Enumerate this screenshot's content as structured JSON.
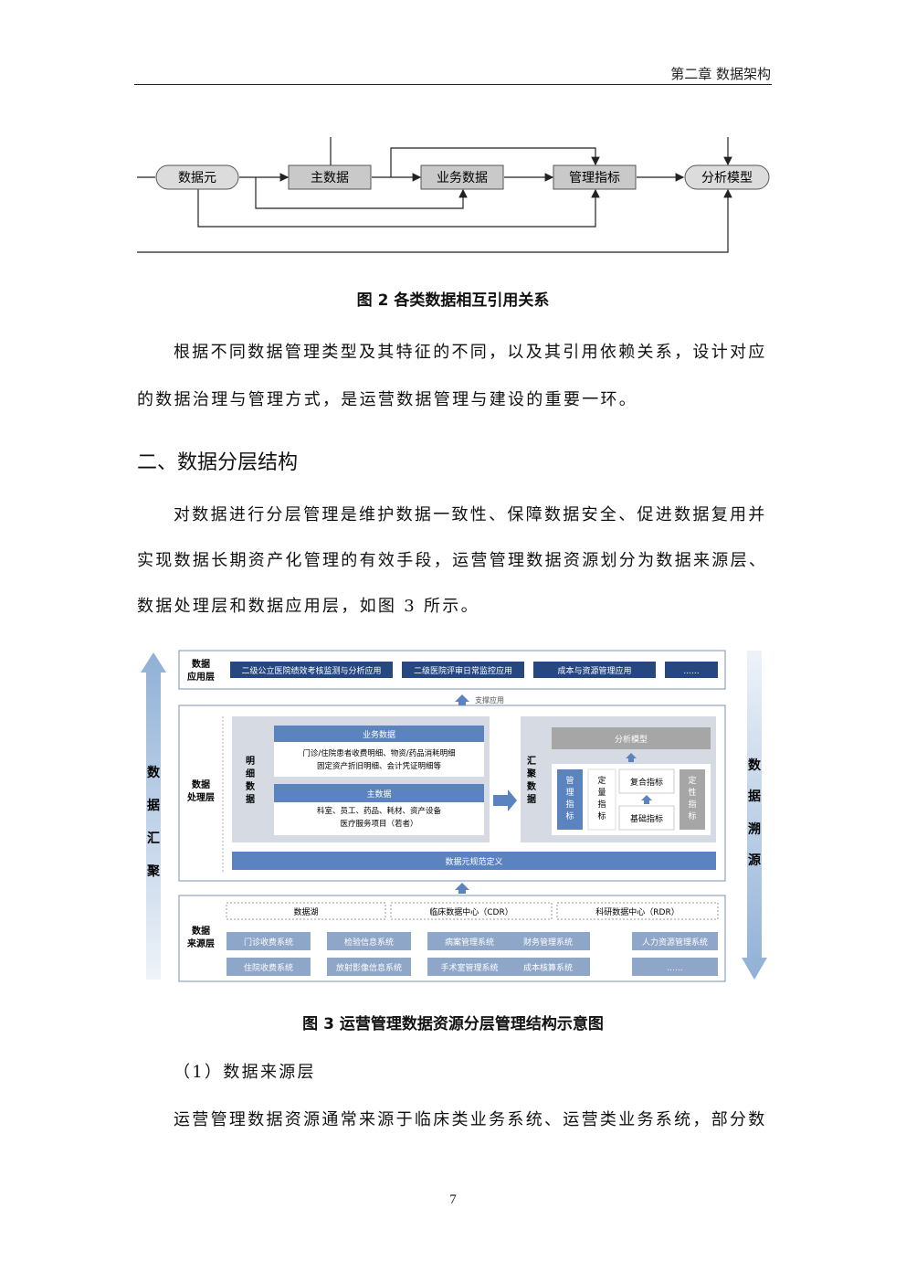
{
  "header": {
    "chapter": "第二章  数据架构"
  },
  "figure2": {
    "nodes": {
      "metadata": "数据元",
      "master": "主数据",
      "business": "业务数据",
      "indicator": "管理指标",
      "model": "分析模型"
    },
    "caption": "图 2  各类数据相互引用关系"
  },
  "para1": [
    "根据不同数据管理类型及其特征的不同，以及其引用依赖关系，设计对应",
    "的数据治理与管理方式，是运营数据管理与建设的重要一环。"
  ],
  "section": {
    "heading": "二、数据分层结构"
  },
  "para2": [
    "对数据进行分层管理是维护数据一致性、保障数据安全、促进数据复用并",
    "实现数据长期资产化管理的有效手段，运营管理数据资源划分为数据来源层、",
    "数据处理层和数据应用层，如图 3 所示。"
  ],
  "figure3": {
    "left_arrow": [
      "数",
      "据",
      "汇",
      "聚"
    ],
    "right_arrow": [
      "数",
      "据",
      "溯",
      "源"
    ],
    "app_layer": {
      "label": [
        "数据",
        "应用层"
      ],
      "items": [
        "二级公立医院绩效考核监测与分析应用",
        "二级医院评审日常监控应用",
        "成本与资源管理应用",
        "......"
      ],
      "support": "支撑应用"
    },
    "process_layer": {
      "label": [
        "数据",
        "处理层"
      ],
      "detail_label": [
        "明",
        "细",
        "数",
        "据"
      ],
      "business_title": "业务数据",
      "business_lines": [
        "门诊/住院患者收费明细、物资/药品消耗明细",
        "固定资产折旧明细、会计凭证明细等"
      ],
      "master_title": "主数据",
      "master_lines": [
        "科室、员工、药品、耗材、资产设备",
        "医疗服务项目（若者）"
      ],
      "summary_label": [
        "汇",
        "聚",
        "数",
        "据"
      ],
      "model": "分析模型",
      "mgmt": [
        "管",
        "理",
        "指",
        "标"
      ],
      "quant": [
        "定",
        "量",
        "指",
        "标"
      ],
      "composite": "复合指标",
      "basic": "基础指标",
      "qual": [
        "定",
        "性",
        "指",
        "标"
      ],
      "metadata_bar": "数据元规范定义"
    },
    "source_layer": {
      "label": [
        "数据",
        "来源层"
      ],
      "hubs": [
        "数据湖",
        "临床数据中心（CDR）",
        "科研数据中心（RDR）"
      ],
      "row1": [
        "门诊收费系统",
        "检验信息系统",
        "病案管理系统",
        "财务管理系统",
        "人力资源管理系统"
      ],
      "row2": [
        "住院收费系统",
        "放射影像信息系统",
        "手术室管理系统",
        "成本核算系统",
        "......"
      ]
    },
    "caption": "图 3  运营管理数据资源分层管理结构示意图"
  },
  "para3": {
    "subheading": "（1）数据来源层",
    "line": "运营管理数据资源通常来源于临床类业务系统、运营类业务系统，部分数"
  },
  "page_number": "7"
}
